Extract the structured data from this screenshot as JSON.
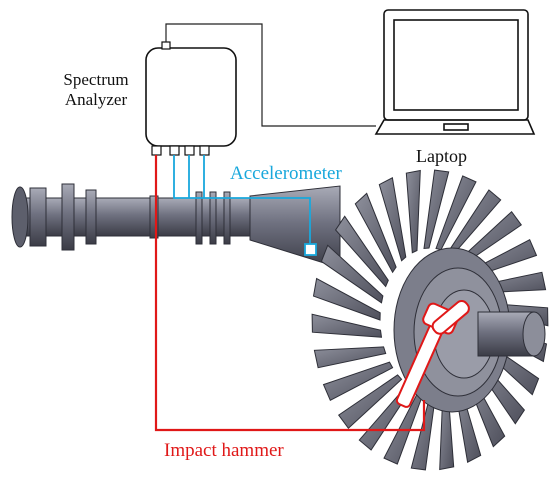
{
  "labels": {
    "spectrum_line1": "Spectrum",
    "spectrum_line2": "Analyzer",
    "laptop": "Laptop",
    "accelerometer": "Accelerometer",
    "impact_hammer": "Impact hammer"
  },
  "colors": {
    "accelerometer_wire": "#19a8dc",
    "hammer_wire": "#e01818",
    "instrument_wire": "#222222",
    "rotor_metal": "#6f7180",
    "rotor_edge": "#2e2f38",
    "hammer_body": "#ffffff",
    "hammer_outline": "#e01818"
  },
  "devices": [
    "spectrum-analyzer",
    "laptop",
    "accelerometer",
    "impact-hammer",
    "turbine-rotor"
  ]
}
